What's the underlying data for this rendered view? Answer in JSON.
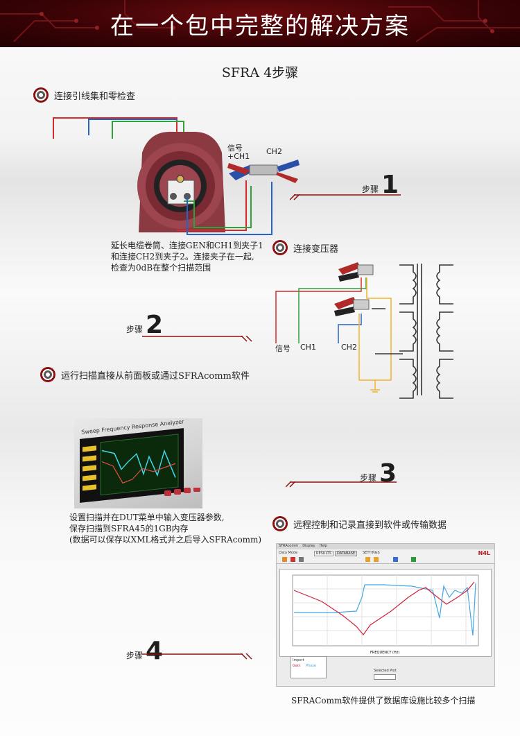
{
  "banner": {
    "title": "在一个包中完整的解决方案"
  },
  "subtitle": "SFRA 4步骤",
  "sections": [
    {
      "heading": "连接引线集和零检查"
    },
    {
      "heading": "连接变压器"
    },
    {
      "heading": "运行扫描直接从前面板或通过SFRAcomm软件"
    },
    {
      "heading": "远程控制和记录直接到软件或传输数据"
    }
  ],
  "steps": [
    {
      "word": "步骤",
      "number": "1"
    },
    {
      "word": "步骤",
      "number": "2"
    },
    {
      "word": "步骤",
      "number": "3"
    },
    {
      "word": "步骤",
      "number": "4"
    }
  ],
  "diagram1": {
    "label_signal": "信号",
    "label_ch1": "+CH1",
    "label_ch2": "CH2"
  },
  "caption1": [
    "延长电缆卷筒、连接GEN和CH1到夹子1",
    "和连接CH2到夹子2。连接夹子在一起,",
    "检查为0dB在整个扫描范围"
  ],
  "diagram2": {
    "label_signal": "信号",
    "label_ch1": "CH1",
    "label_ch2": "CH2"
  },
  "caption3": [
    "设置扫描并在DUT菜单中输入变压器参数,",
    "保存扫描到SFRA45的1GB内存",
    "(数据可以保存以XML格式并之后导入SFRAcomm)"
  ],
  "device_screen": {
    "title": "Sweep Frequency Response Analyzer"
  },
  "software": {
    "menu": [
      "SFRAcomm",
      "Display",
      "Help"
    ],
    "tab_device_mode": "Data Mode",
    "tab_results": "RESULTS",
    "tab_database": "DATABASE",
    "tab_settings": "SETTINGS",
    "brand": "N4L",
    "x_axis": "FREQUENCY (Hz)",
    "legend_title": "Import",
    "legend_gain": "Gain",
    "legend_phase": "Phase",
    "selected_plot": "Selected Plot"
  },
  "final_caption": "SFRAComm软件提供了数据库设施比较多个扫描",
  "colors": {
    "banner": "#3b0306",
    "accent_red": "#8b1010",
    "wire_red": "#d42a2a",
    "wire_green": "#2fa23a",
    "wire_blue": "#2563c9",
    "wire_orange": "#f2b42c"
  }
}
